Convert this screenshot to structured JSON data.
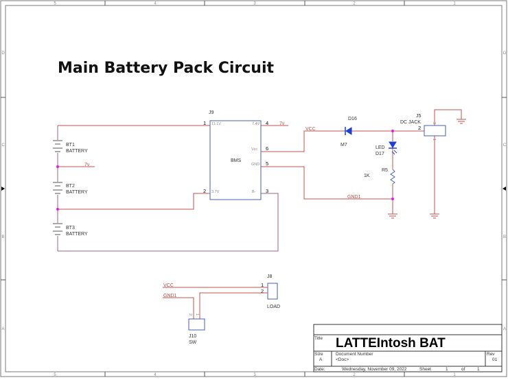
{
  "page_title": "Main Battery Pack Circuit",
  "border": {
    "columns": [
      "5",
      "4",
      "3",
      "2",
      "1"
    ],
    "rows": [
      "D",
      "C",
      "B",
      "A"
    ]
  },
  "components": {
    "bt1": {
      "ref": "BT1",
      "value": "BATTERY"
    },
    "bt2": {
      "ref": "BT2",
      "value": "BATTERY"
    },
    "bt3": {
      "ref": "BT3",
      "value": "BATTERY"
    },
    "j9": {
      "ref": "J9",
      "value": "BMS",
      "pins": [
        {
          "num": "1",
          "name": "11.1V"
        },
        {
          "num": "2",
          "name": "3.7V"
        },
        {
          "num": "3",
          "name": "B-"
        },
        {
          "num": "4",
          "name": "7.4V"
        },
        {
          "num": "5",
          "name": "GND"
        },
        {
          "num": "6",
          "name": "Vcc"
        }
      ]
    },
    "d16": {
      "ref": "D16",
      "value": "M7"
    },
    "d17": {
      "ref": "D17",
      "value": "LED"
    },
    "r5": {
      "ref": "R5",
      "value": "1K"
    },
    "j5": {
      "ref": "J5",
      "value": "DC JACK",
      "pins": [
        "1",
        "2",
        "3"
      ]
    },
    "j8": {
      "ref": "J8",
      "value": "LOAD",
      "pins": [
        "1",
        "2"
      ]
    },
    "j10": {
      "ref": "J10",
      "value": "SW",
      "pins": [
        "1",
        "2"
      ]
    }
  },
  "nets": {
    "n7v_left": "7v",
    "n7v_right": "7v",
    "vcc_top": "VCC",
    "gnd1_mid": "GND1",
    "vcc_bottom": "VCC",
    "gnd1_bottom": "GND1"
  },
  "title_block": {
    "title_label": "Title",
    "title": "LATTEIntosh BAT",
    "size_label": "Size",
    "size": "A",
    "docnum_label": "Document Number",
    "docnum": "<Doc>",
    "rev_label": "Rev",
    "rev": "01",
    "date_label": "Date:",
    "date": "Wednesday, November 09, 2022",
    "sheet_label": "Sheet",
    "sheet": "1",
    "of_label": "of",
    "sheet_total": "1"
  }
}
